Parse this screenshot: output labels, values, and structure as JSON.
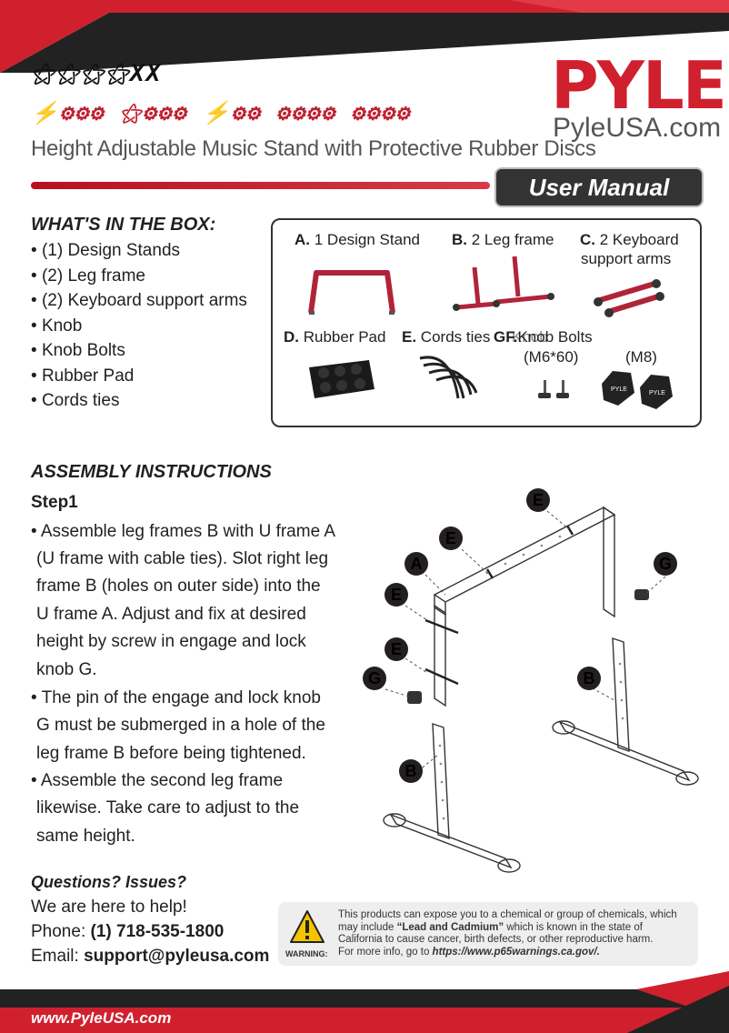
{
  "header": {
    "model_symbols": "⚝⚝⚝⚝XX",
    "product_symbols": "⚡⚙⚙⚙ ⚝⚙⚙⚙ ⚡⚙⚙ ⚙⚙⚙⚙ ⚙⚙⚙⚙",
    "subtitle": "Height Adjustable Music Stand with Protective Rubber Discs",
    "logo": "PYLE",
    "logo_url": "PyleUSA.com",
    "manual_label": "User Manual"
  },
  "box": {
    "title": "WHAT'S IN THE BOX:",
    "items": [
      "(1) Design Stands",
      "(2) Leg frame",
      "(2) Keyboard support arms",
      "Knob",
      "Knob Bolts",
      "Rubber Pad",
      "Cords ties"
    ]
  },
  "parts": {
    "a_letter": "A.",
    "a_text": "1 Design Stand",
    "b_letter": "B.",
    "b_text": "2 Leg frame",
    "c_letter": "C.",
    "c_text": "2 Keyboard",
    "c_text2": "support arms",
    "d_letter": "D.",
    "d_text": "Rubber Pad",
    "e_letter": "E.",
    "e_text": "Cords ties",
    "gf_letters": "GF.",
    "gf_text": "Knob Bolts",
    "knob_label": "Knob",
    "m6_label": "(M6*60)",
    "m8_label": "(M8)"
  },
  "assembly": {
    "title": "ASSEMBLY INSTRUCTIONS",
    "step": "Step1",
    "lines": [
      "• Assemble leg frames B with U frame A",
      "(U frame with cable ties). Slot right leg",
      "frame B (holes on outer side) into the",
      "U frame A. Adjust and fix at desired",
      "height by screw in engage and lock",
      "knob G.",
      "• The pin of the engage and lock knob",
      "G must be submerged in a hole of the",
      "leg frame B before being tightened.",
      "• Assemble the second leg frame",
      "likewise. Take care to adjust to the",
      "same height."
    ],
    "callouts": [
      "E",
      "E",
      "A",
      "G",
      "E",
      "E",
      "G",
      "B",
      "B"
    ]
  },
  "help": {
    "title": "Questions? Issues?",
    "line1": "We are here to help!",
    "phone_label": "Phone: ",
    "phone": "(1) 718-535-1800",
    "email_label": "Email: ",
    "email": "support@pyleusa.com"
  },
  "warning": {
    "label": "WARNING:",
    "t1": "This products can expose you to a chemical or group of chemicals, which",
    "t2a": "may include ",
    "t2b": "“Lead and Cadmium”",
    "t2c": " which is known in the state of",
    "t3": "California to cause cancer, birth defects, or other reproductive harm.",
    "t4a": "For more info, go to ",
    "t4b": "https://www.p65warnings.ca.gov/."
  },
  "footer": {
    "url": "www.PyleUSA.com"
  },
  "colors": {
    "brand_red": "#d0202e",
    "dark": "#231f20"
  }
}
